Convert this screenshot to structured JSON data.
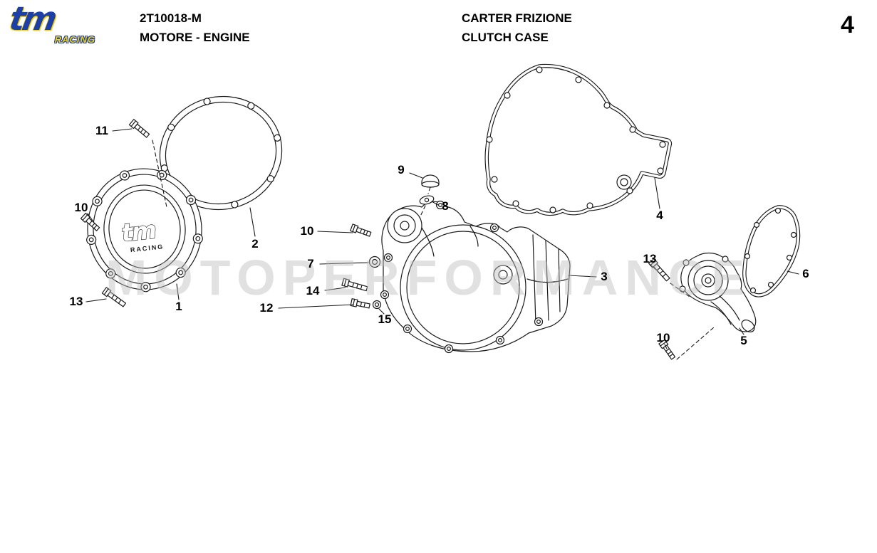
{
  "header": {
    "logo": {
      "text": "tm",
      "subtext": "RACING"
    },
    "code": "2T10018-M",
    "code_subtitle": "MOTORE - ENGINE",
    "title": "CARTER FRIZIONE",
    "subtitle": "CLUTCH CASE",
    "page_number": "4"
  },
  "watermark": "MOTOPERFORMANCE",
  "colors": {
    "logo_blue": "#1c3fa8",
    "logo_yellow": "#f5d20a",
    "line": "#1a1a1a",
    "watermark_gray": "#bdbdbd"
  },
  "diagram": {
    "cover_logo": {
      "text": "tm",
      "subtext": "RACING"
    },
    "labels": [
      {
        "id": "11"
      },
      {
        "id": "10"
      },
      {
        "id": "13"
      },
      {
        "id": "1"
      },
      {
        "id": "2"
      },
      {
        "id": "9"
      },
      {
        "id": "8"
      },
      {
        "id": "10"
      },
      {
        "id": "7"
      },
      {
        "id": "14"
      },
      {
        "id": "12"
      },
      {
        "id": "15"
      },
      {
        "id": "3"
      },
      {
        "id": "4"
      },
      {
        "id": "13"
      },
      {
        "id": "10"
      },
      {
        "id": "5"
      },
      {
        "id": "6"
      }
    ]
  }
}
